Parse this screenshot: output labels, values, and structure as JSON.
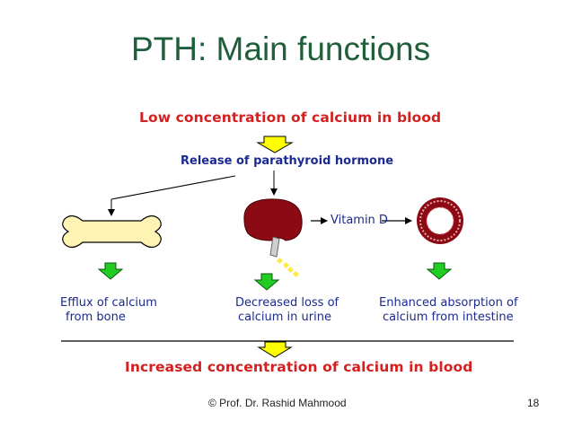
{
  "slide": {
    "title": "PTH: Main functions",
    "footer_credit": "© Prof. Dr. Rashid Mahmood",
    "page_number": "18"
  },
  "diagram": {
    "top_label": "Low concentration of calcium in blood",
    "release_label": "Release of parathyroid hormone",
    "vitamin_label": "Vitamin D",
    "effects": [
      {
        "line1": "Efflux of calcium",
        "line2": "from bone"
      },
      {
        "line1": "Decreased loss of",
        "line2": "calcium in urine"
      },
      {
        "line1": "Enhanced absorption of",
        "line2": "calcium from intestine"
      }
    ],
    "bottom_label": "Increased concentration of calcium in blood"
  },
  "colors": {
    "title": "#1f5e3a",
    "red_text": "#d42020",
    "blue_text": "#1a2a90",
    "yellow_arrow": "#ffff00",
    "green_arrow": "#22cc22",
    "kidney": "#8b0a14",
    "bone": "#fff3b3"
  }
}
